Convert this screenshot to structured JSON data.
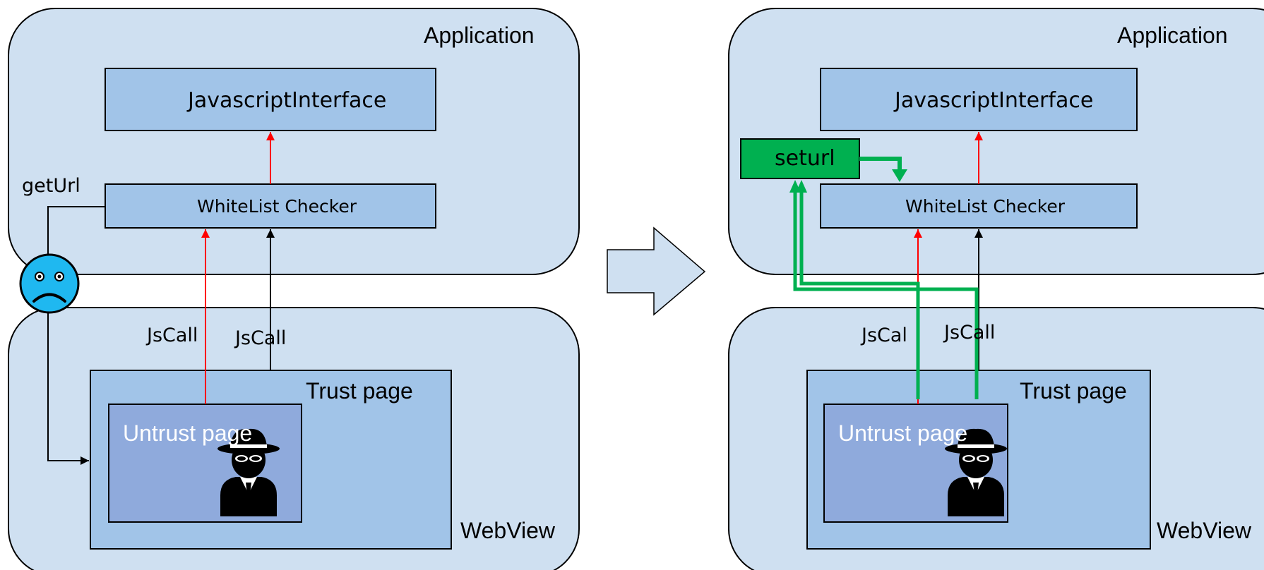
{
  "colors": {
    "container_fill": "#cfe0f1",
    "box_fill": "#a1c4e8",
    "untrust_fill": "#8faadc",
    "seturl_fill": "#00b050",
    "arrow_red": "#ff0000",
    "arrow_black": "#000000",
    "green_path": "#00b050",
    "sad_face": "#1fb8f0"
  },
  "icons": {
    "sad_face": "sad-face-icon",
    "spy": "spy-icon",
    "transition_arrow": "right-arrow-icon"
  },
  "left": {
    "application_label": "Application",
    "jsinterface_label": "JavascriptInterface",
    "whitelist_label": "WhiteList Checker",
    "geturl_label": "getUrl",
    "jscall_left_label": "JsCall",
    "jscall_right_label": "JsCall",
    "trust_page_label": "Trust page",
    "untrust_page_label": "Untrust page",
    "webview_label": "WebView"
  },
  "right": {
    "application_label": "Application",
    "jsinterface_label": "JavascriptInterface",
    "seturl_label": "seturl",
    "whitelist_label": "WhiteList Checker",
    "jscall_left_label": "JsCal",
    "jscall_right_label": "JsCall",
    "trust_page_label": "Trust page",
    "untrust_page_label": "Untrust page",
    "webview_label": "WebView"
  }
}
